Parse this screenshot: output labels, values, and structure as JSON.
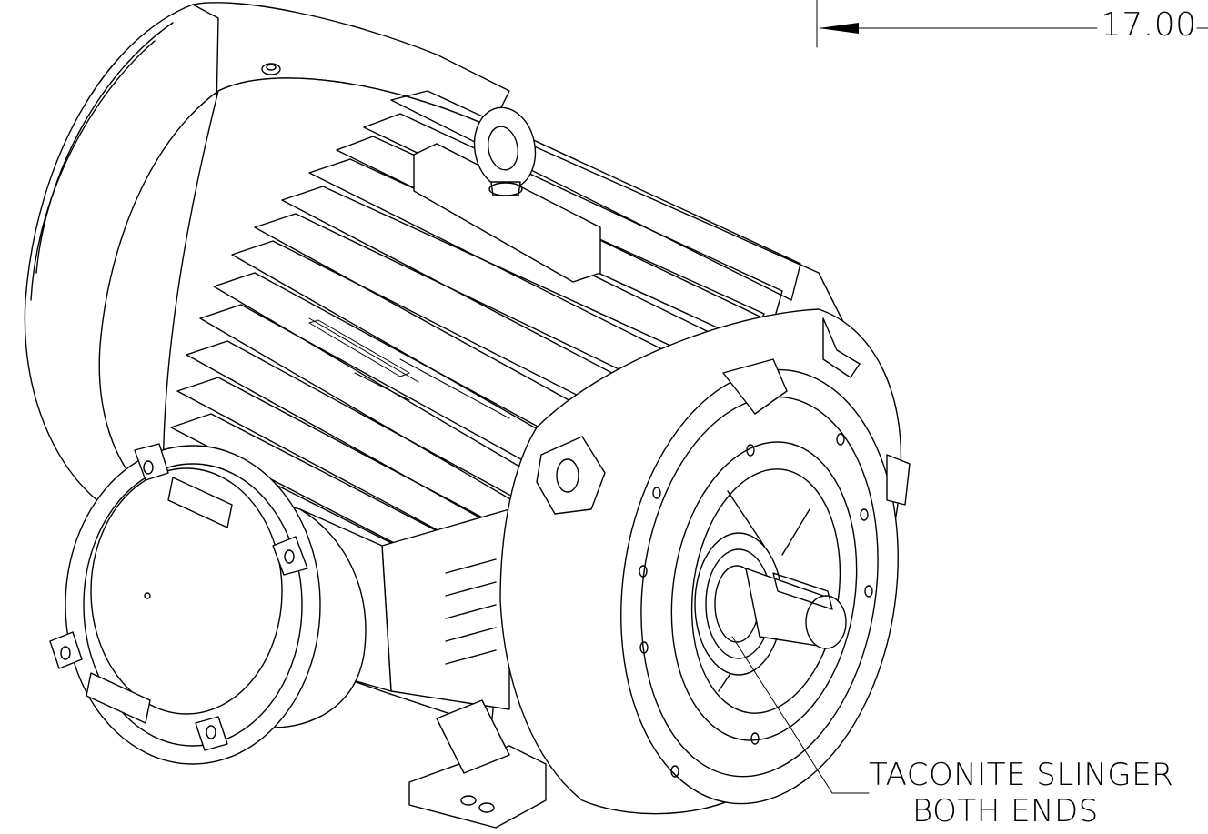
{
  "dimension": {
    "value": "17.00"
  },
  "note": {
    "line1": "TACONITE SLINGER",
    "line2": "BOTH ENDS"
  }
}
